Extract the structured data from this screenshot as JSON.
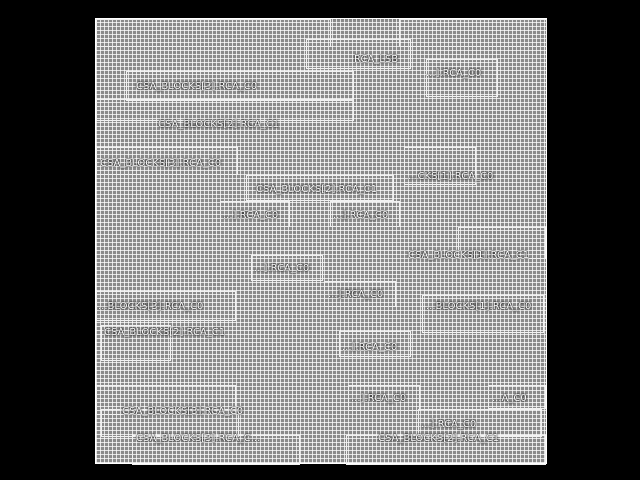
{
  "layout": {
    "background": "#000000",
    "die_color": "#8a8a8a",
    "outline_color": "#f2f2f2",
    "label_color": "#ffffff"
  },
  "labels": {
    "rca_lsb": "RCA_LSB",
    "l1": "...].RCA_C0",
    "l2": "CSA_BLOCKS[3].RCA_C0",
    "l3": "CSA_BLOCKS[2].RCA_C1",
    "l4": "CSA_BLOCKS[3].RCA_C0",
    "l5": "...CKS[1].RCA_C0",
    "l6": "CSA_BLOCKS[2].RCA_C1",
    "l7": "...].RCA_C0",
    "l8": "...].RCA_C0",
    "l9": "CSA_BLOCKS[1].RCA_C1",
    "l10": "...].RCA_C0",
    "l11": "...].RCA_C0",
    "l12": "...BLOCKS[3].RCA_C0",
    "l13": "...BLOCKS[1].RCA_C0",
    "l14": "CSA_BLOCKS[2].RCA_C1",
    "l15": "...].RCA_C0",
    "l16": "...].RCA_C0",
    "l17": "...A_C0",
    "l18": "CSA_BLOCKS[3].RCA_C0",
    "l19": "...].RCA_C0",
    "l20": "CSA_BLOCKS[3].RCA_C...",
    "l21": "CSA_BLOCKS[2].RCA_C1"
  }
}
